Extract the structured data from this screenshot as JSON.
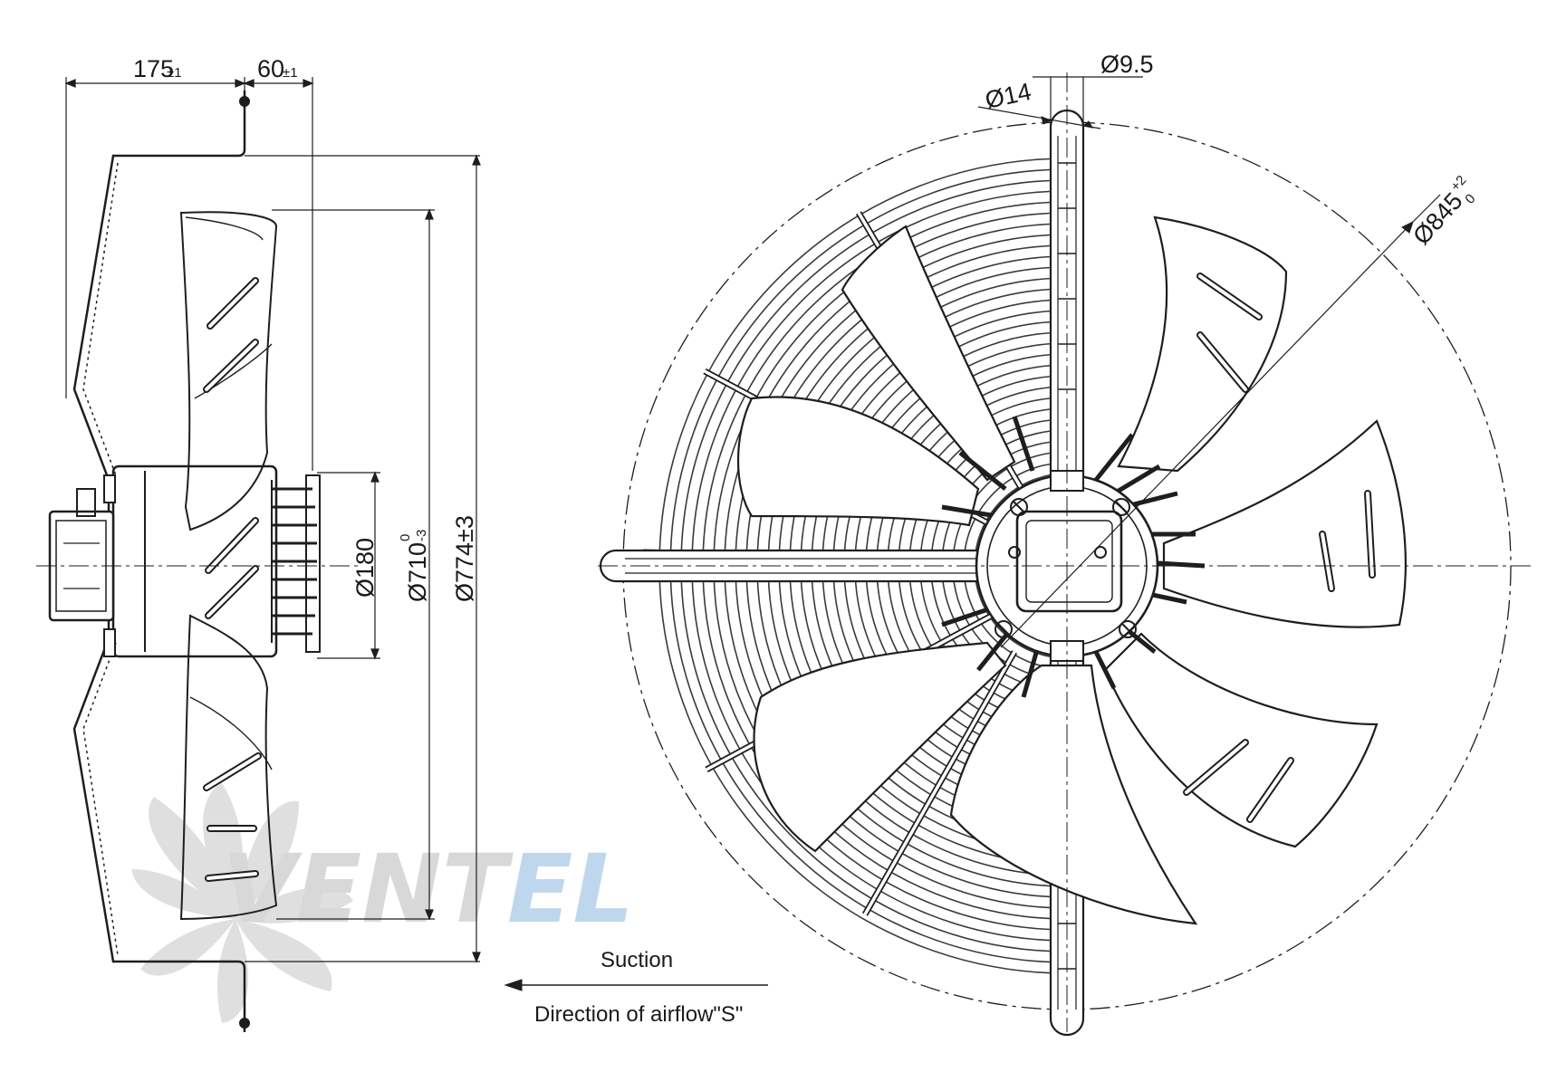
{
  "dimensions": {
    "width_hub_label": "175",
    "width_hub_tol": "±1",
    "width_motor_label": "60",
    "width_motor_tol": "±1",
    "hub_diameter": "Ø180",
    "blade_diameter": "Ø710",
    "blade_tol_upper": "0",
    "blade_tol_lower": "-3",
    "frame_diameter": "Ø774±3",
    "bolt_circle": "Ø845",
    "bolt_tol_upper": "+2",
    "bolt_tol_lower": "0",
    "hole_outer": "Ø14",
    "hole_inner": "Ø9.5"
  },
  "airflow": {
    "suction_label": "Suction",
    "direction_label": "Direction of airflow\"S\""
  },
  "watermark": {
    "text_a": "VENT",
    "text_b": "EL",
    "color_a": "#d4d4d4",
    "color_b": "#b9d3ea"
  },
  "colors": {
    "line": "#1e1e1e",
    "grille": "#3a3a3a"
  }
}
